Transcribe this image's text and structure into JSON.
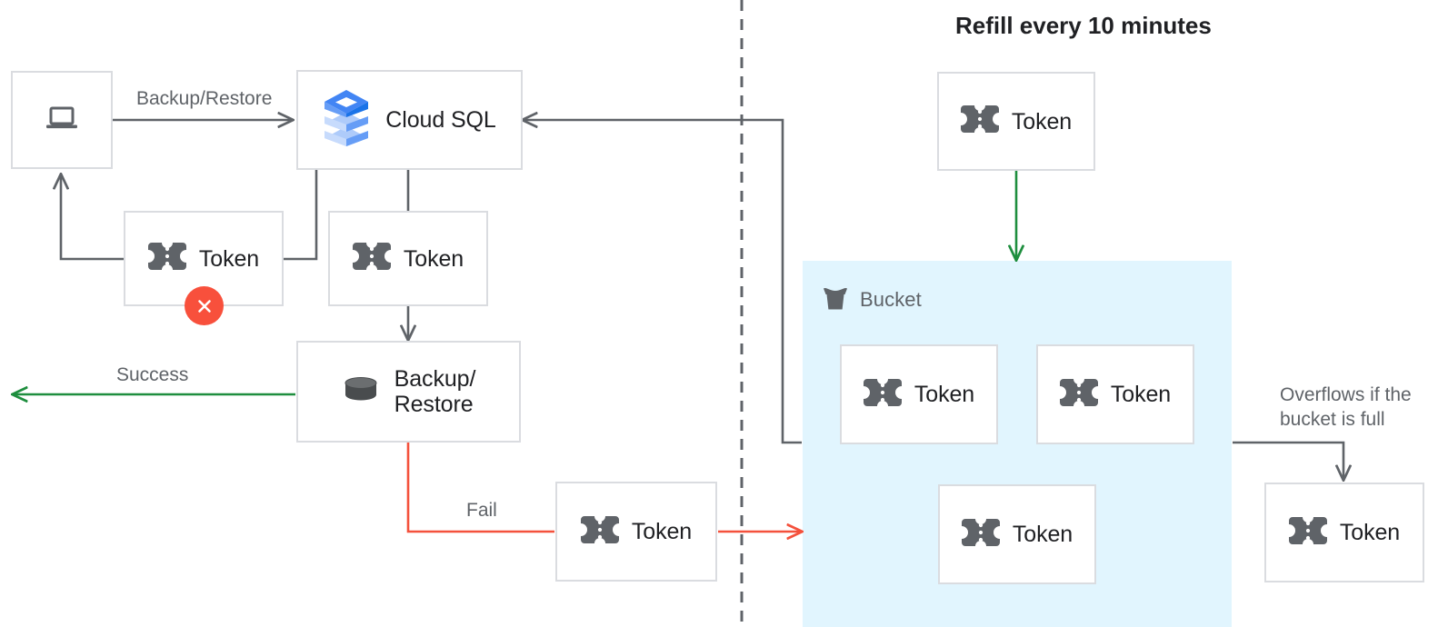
{
  "diagram": {
    "title": "Refill every 10 minutes",
    "colors": {
      "box_border": "#dadce0",
      "bucket_fill": "#e1f5fe",
      "success_green": "#1e8e3e",
      "fail_red": "#f4513c",
      "connector_gray": "#5f6368",
      "text_primary": "#202124",
      "text_secondary": "#5f6368",
      "error_badge": "#f8503c",
      "cloudsql_blue": "#4285f4",
      "cloudsql_blue_light": "#aecbfa"
    }
  },
  "nodes": {
    "computer": {
      "label": "",
      "icon": "laptop-icon"
    },
    "cloud_sql": {
      "label": "Cloud SQL",
      "icon": "cloud-sql-icon"
    },
    "token_rejected": {
      "label": "Token",
      "icon": "token-icon",
      "badge": "error-x-icon"
    },
    "token_accepted": {
      "label": "Token",
      "icon": "token-icon"
    },
    "backup_restore": {
      "label": "Backup/\nRestore",
      "icon": "database-icon"
    },
    "token_fail": {
      "label": "Token",
      "icon": "token-icon"
    },
    "token_refill": {
      "label": "Token",
      "icon": "token-icon"
    },
    "token_bucket_1": {
      "label": "Token",
      "icon": "token-icon"
    },
    "token_bucket_2": {
      "label": "Token",
      "icon": "token-icon"
    },
    "token_bucket_3": {
      "label": "Token",
      "icon": "token-icon"
    },
    "token_overflow": {
      "label": "Token",
      "icon": "token-icon"
    }
  },
  "bucket": {
    "title": "Bucket",
    "icon": "bucket-icon"
  },
  "edges": {
    "backup_restore_label": "Backup/Restore",
    "success_label": "Success",
    "fail_label": "Fail",
    "overflow_label": "Overflows if the\nbucket is full"
  }
}
